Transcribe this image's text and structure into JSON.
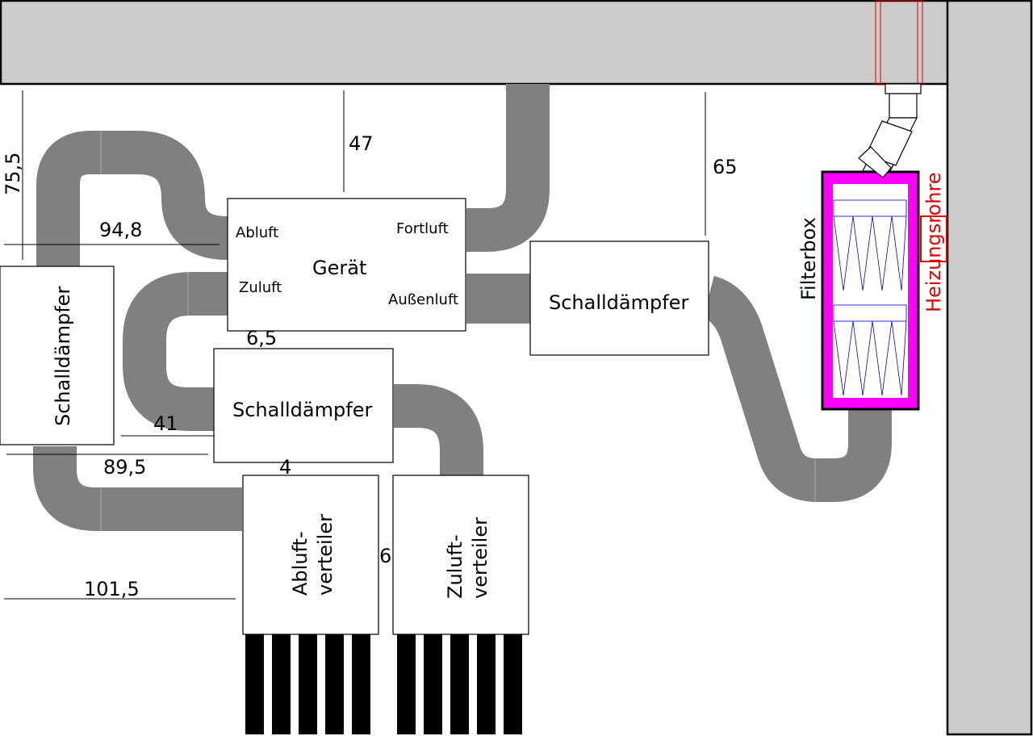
{
  "colors": {
    "wall": "#cccccc",
    "duct": "#808080",
    "filter_frame": "#ff00ff",
    "filter_pleats": "#0000cc",
    "heating": "#dd0000"
  },
  "labels": {
    "geraet": "Gerät",
    "abluft": "Abluft",
    "zuluft": "Zuluft",
    "fortluft": "Fortluft",
    "aussenluft": "Außenluft",
    "schalldaempfer": "Schalldämpfer",
    "abluftverteiler_1": "Abluft-",
    "abluftverteiler_2": "verteiler",
    "zuluftverteiler_1": "Zuluft-",
    "zuluftverteiler_2": "verteiler",
    "filterbox": "Filterbox",
    "heizungsrohre": "Heizungsrohre"
  },
  "dimensions": {
    "d_75_5": "75,5",
    "d_94_8": "94,8",
    "d_47": "47",
    "d_65": "65",
    "d_6_5": "6,5",
    "d_41": "41",
    "d_89_5": "89,5",
    "d_4": "4",
    "d_6": "6",
    "d_101_5": "101,5"
  }
}
